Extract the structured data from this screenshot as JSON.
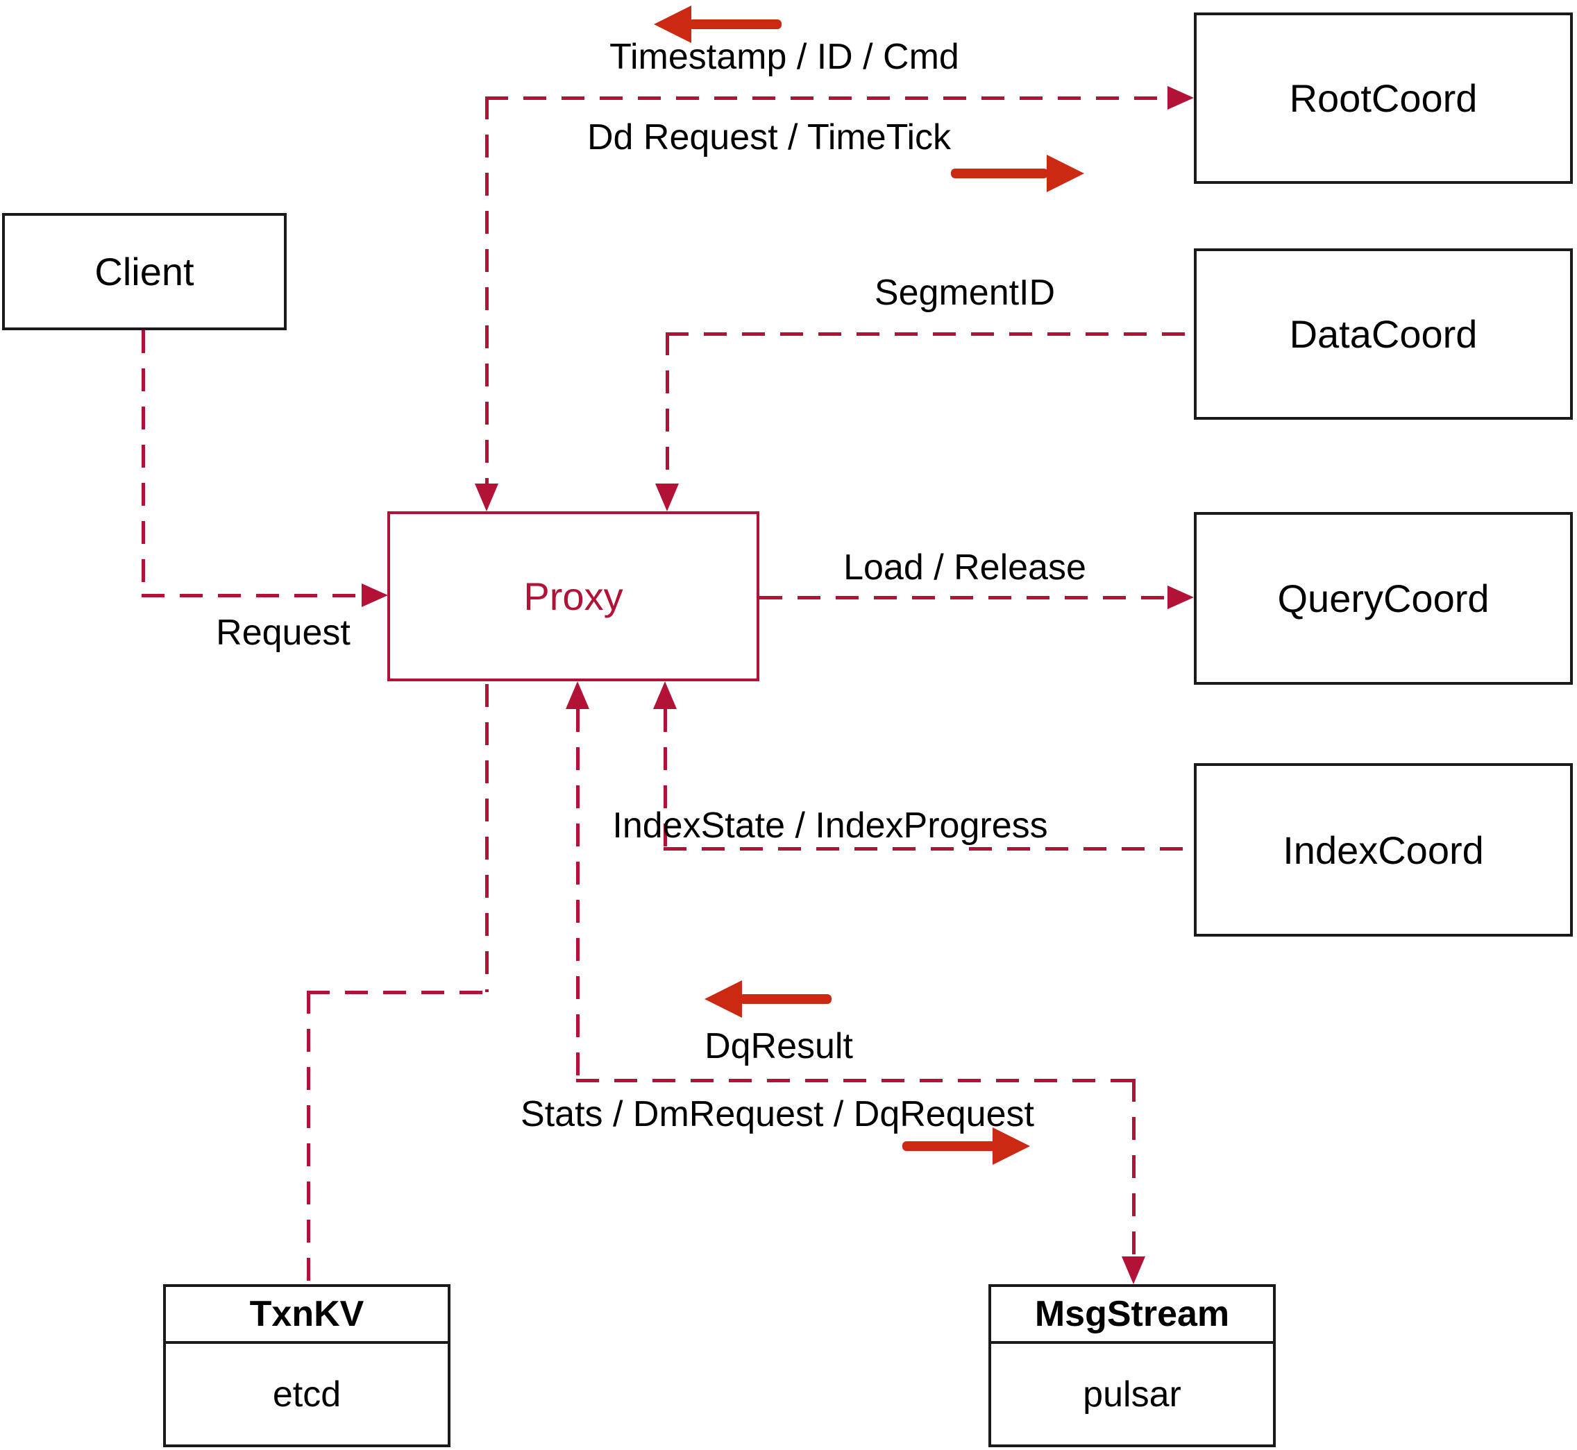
{
  "diagram": {
    "nodes": {
      "client": {
        "label": "Client"
      },
      "root_coord": {
        "label": "RootCoord"
      },
      "data_coord": {
        "label": "DataCoord"
      },
      "query_coord": {
        "label": "QueryCoord"
      },
      "index_coord": {
        "label": "IndexCoord"
      },
      "proxy": {
        "label": "Proxy"
      },
      "txn_kv": {
        "title": "TxnKV",
        "body": "etcd"
      },
      "msg_stream": {
        "title": "MsgStream",
        "body": "pulsar"
      }
    },
    "edge_labels": {
      "timestamp_id_cmd": "Timestamp / ID / Cmd",
      "dd_request_timetick": "Dd Request / TimeTick",
      "segment_id": "SegmentID",
      "request": "Request",
      "load_release": "Load / Release",
      "index_state": "IndexState / IndexProgress",
      "dq_result": "DqResult",
      "stats_dm_dq": "Stats / DmRequest / DqRequest"
    },
    "colors": {
      "connector_red": "#b11236",
      "arrow_red": "#cc2913",
      "box_border": "#1a1a1a"
    }
  }
}
